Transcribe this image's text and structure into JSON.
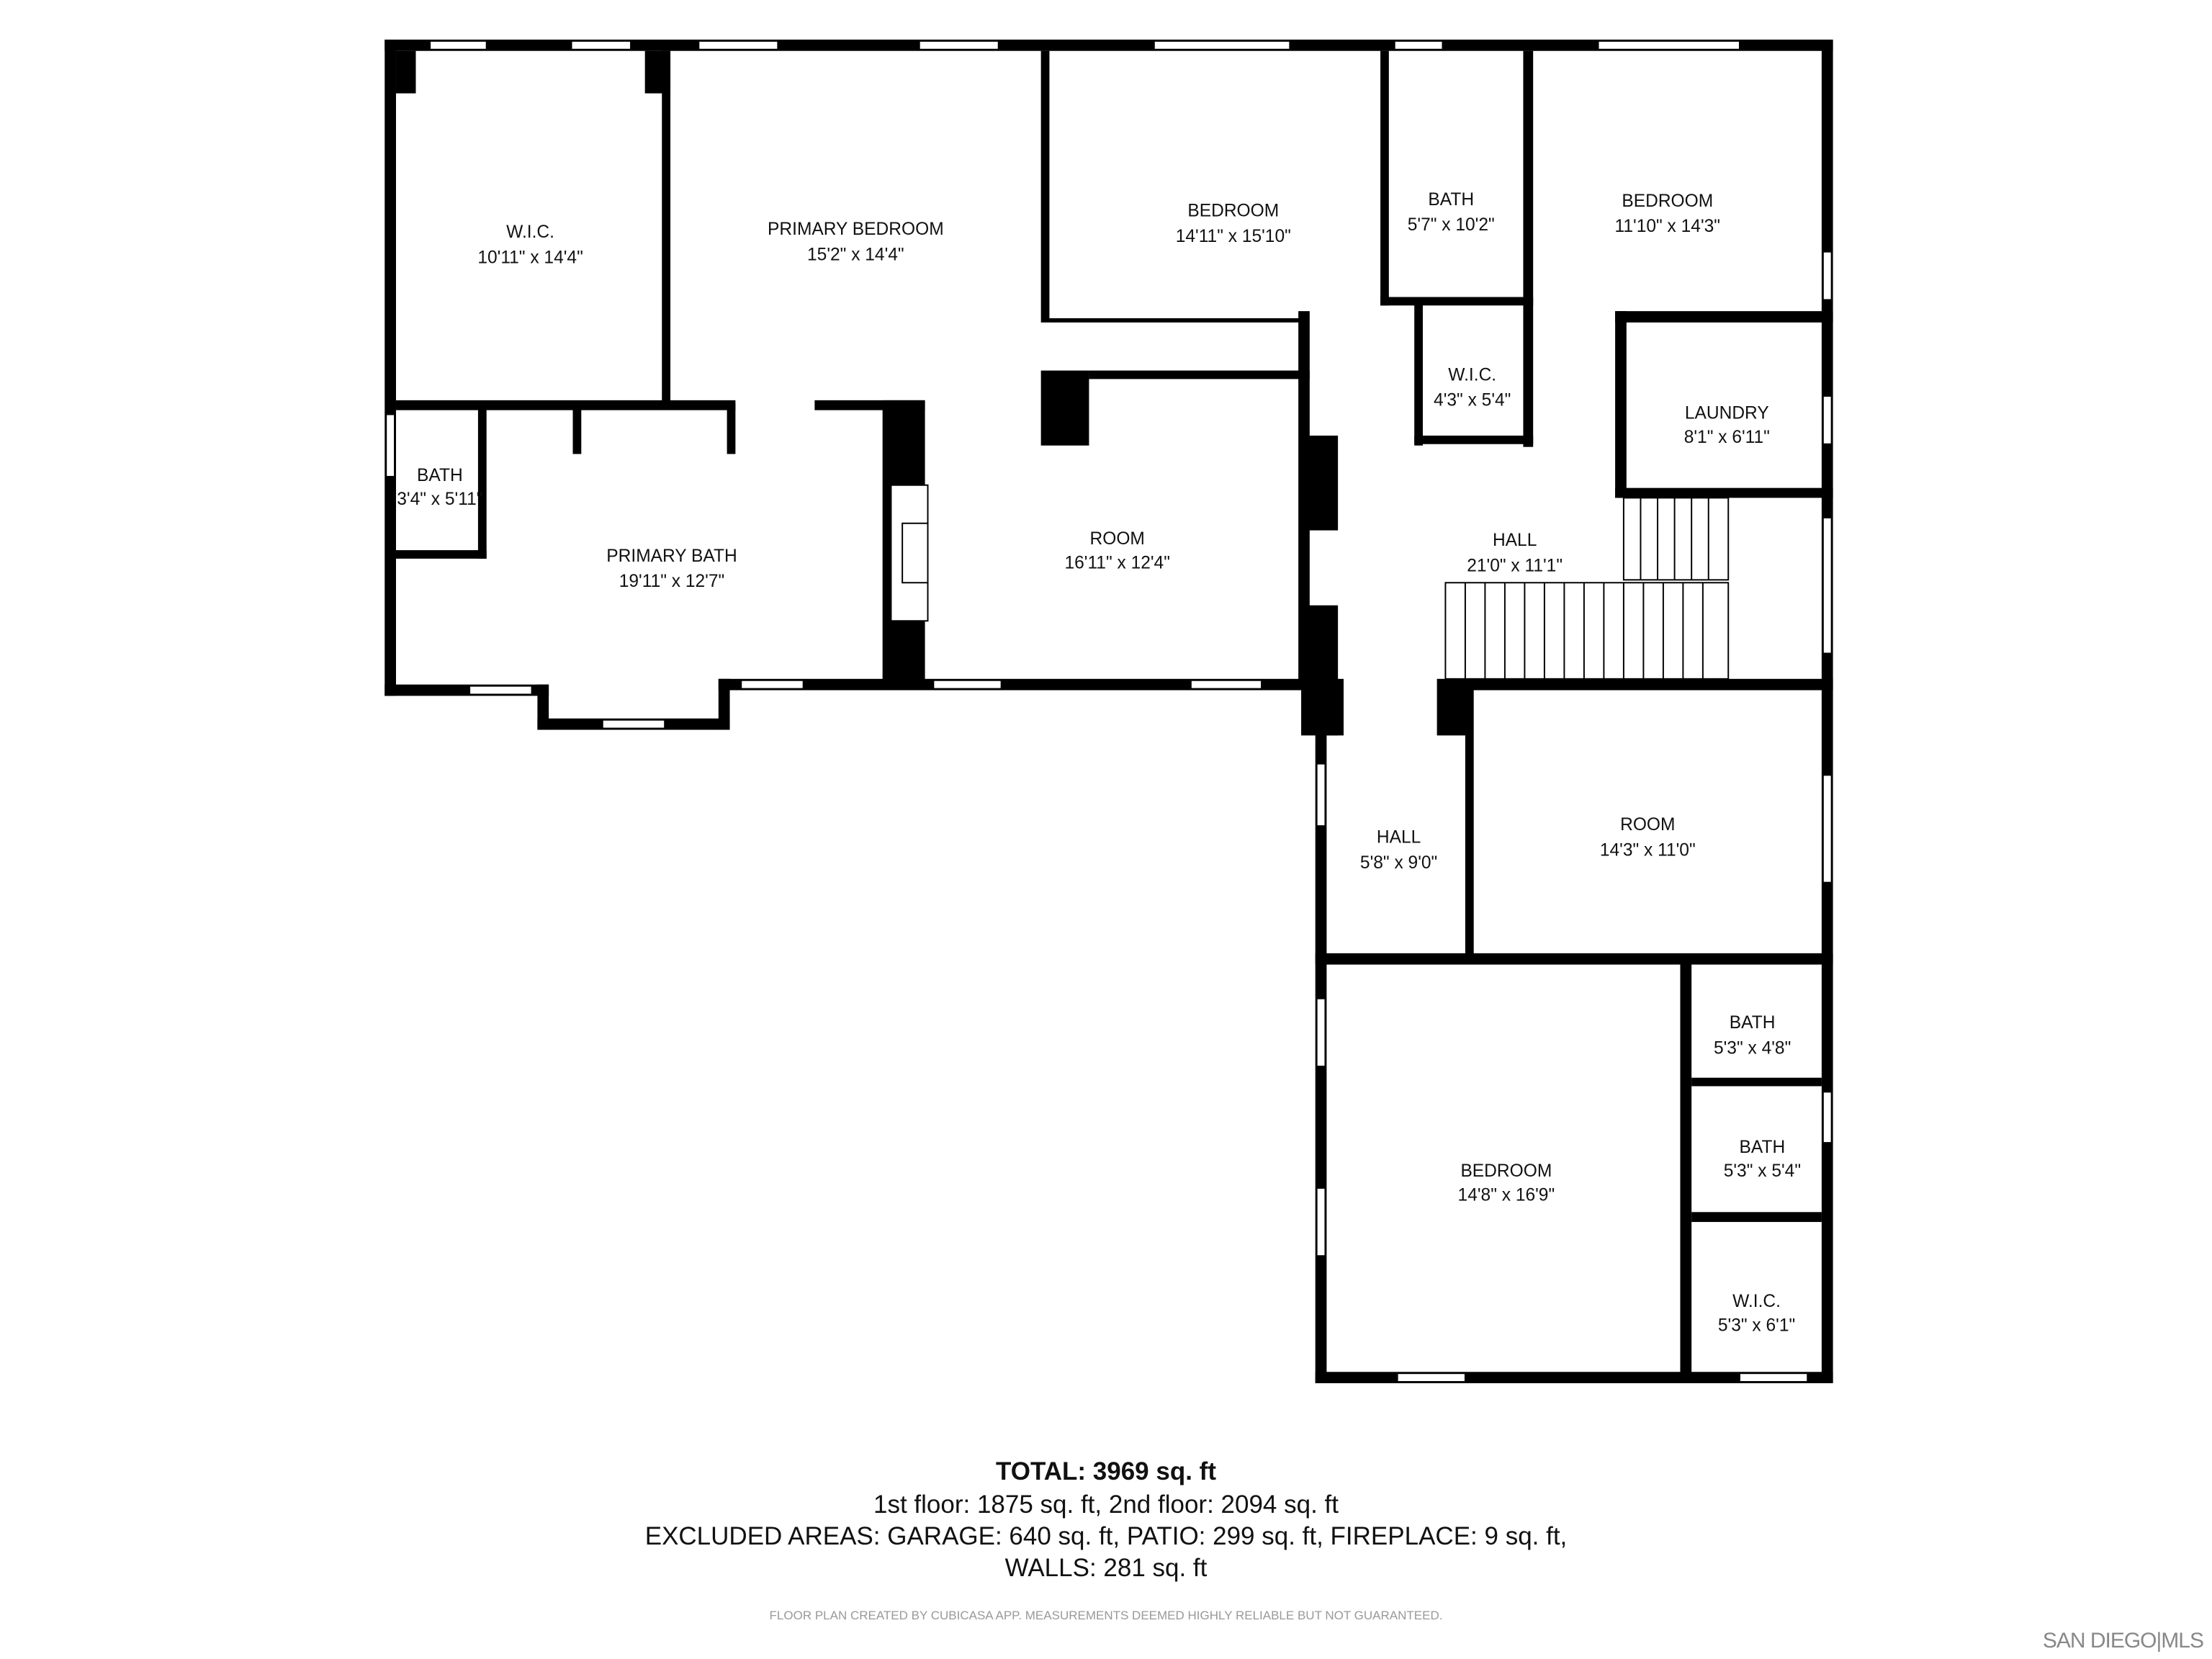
{
  "rooms": [
    {
      "name": "W.I.C.",
      "dims": "10'11\" x 14'4\""
    },
    {
      "name": "PRIMARY BEDROOM",
      "dims": "15'2\" x 14'4\""
    },
    {
      "name": "BEDROOM",
      "dims": "14'11\" x 15'10\""
    },
    {
      "name": "BATH",
      "dims": "5'7\" x 10'2\""
    },
    {
      "name": "BEDROOM",
      "dims": "11'10\" x 14'3\""
    },
    {
      "name": "W.I.C.",
      "dims": "4'3\" x 5'4\""
    },
    {
      "name": "LAUNDRY",
      "dims": "8'1\" x 6'11\""
    },
    {
      "name": "BATH",
      "dims": "3'4\" x 5'11\""
    },
    {
      "name": "PRIMARY BATH",
      "dims": "19'11\" x 12'7\""
    },
    {
      "name": "ROOM",
      "dims": "16'11\" x 12'4\""
    },
    {
      "name": "HALL",
      "dims": "21'0\" x 11'1\""
    },
    {
      "name": "HALL",
      "dims": "5'8\" x 9'0\""
    },
    {
      "name": "ROOM",
      "dims": "14'3\" x 11'0\""
    },
    {
      "name": "BATH",
      "dims": "5'3\" x 4'8\""
    },
    {
      "name": "BEDROOM",
      "dims": "14'8\" x 16'9\""
    },
    {
      "name": "BATH",
      "dims": "5'3\" x 5'4\""
    },
    {
      "name": "W.I.C.",
      "dims": "5'3\" x 6'1\""
    }
  ],
  "summary": {
    "total": "TOTAL: 3969 sq. ft",
    "floors": "1st floor: 1875 sq. ft, 2nd floor: 2094 sq. ft",
    "excluded": "EXCLUDED AREAS: GARAGE: 640 sq. ft, PATIO: 299 sq. ft, FIREPLACE: 9 sq. ft,",
    "walls": "WALLS: 281 sq. ft",
    "disclaimer": "FLOOR PLAN CREATED BY CUBICASA APP. MEASUREMENTS DEEMED HIGHLY RELIABLE BUT NOT GUARANTEED."
  },
  "logo": "SAN DIEGO|MLS",
  "colors": {
    "wall": "#000000",
    "background": "#ffffff"
  }
}
